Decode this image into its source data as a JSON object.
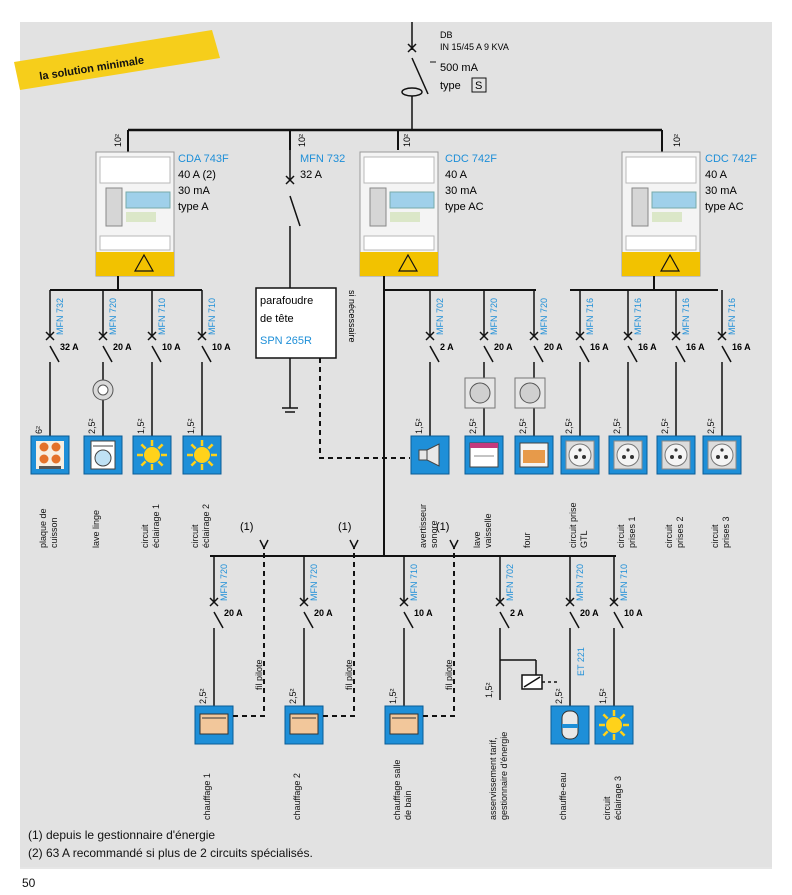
{
  "banner": "la solution minimale",
  "db": {
    "name": "DB",
    "rating": "IN 15/45 A 9 KVA",
    "sensitivity": "500 mA",
    "type_label": "type",
    "type_value": "S"
  },
  "wire_10": "10²",
  "wire_6": "6²",
  "wire_25": "2,5²",
  "wire_15": "1,5²",
  "modules": [
    {
      "name": "CDA 743F",
      "line1": "40 A (2)",
      "line2": "30 mA",
      "line3": "type A"
    },
    {
      "name": "MFN 732",
      "line1": "32 A"
    },
    {
      "name": "CDC 742F",
      "line1": "40 A",
      "line2": "30 mA",
      "line3": "type AC"
    },
    {
      "name": "CDC 742F",
      "line1": "40 A",
      "line2": "30 mA",
      "line3": "type AC"
    }
  ],
  "surge": {
    "line1": "parafoudre",
    "line2": "de tête",
    "ref": "SPN 265R",
    "note": "si nécessaire"
  },
  "group1_circuits": [
    {
      "ref": "MFN 732",
      "amps": "32 A",
      "wire": "6²",
      "label1": "plaque de",
      "label2": "cuisson",
      "icon": "hob-icon"
    },
    {
      "ref": "MFN 720",
      "amps": "20 A",
      "wire": "2,5²",
      "label1": "lave linge",
      "label2": "",
      "icon": "washing-machine-icon"
    },
    {
      "ref": "MFN 710",
      "amps": "10 A",
      "wire": "1,5²",
      "label1": "circuit",
      "label2": "éclairage 1",
      "icon": "lighting-icon"
    },
    {
      "ref": "MFN 710",
      "amps": "10 A",
      "wire": "1,5²",
      "label1": "circuit",
      "label2": "éclairage 2",
      "icon": "lighting-icon"
    }
  ],
  "group3_circuits": [
    {
      "ref": "MFN 702",
      "amps": "2 A",
      "wire": "1,5²",
      "label1": "avertisseur",
      "label2": "sonore",
      "icon": "siren-icon"
    },
    {
      "ref": "MFN 720",
      "amps": "20 A",
      "wire": "2,5²",
      "label1": "lave",
      "label2": "vaisselle",
      "icon": "dishwasher-icon"
    },
    {
      "ref": "MFN 720",
      "amps": "20 A",
      "wire": "2,5²",
      "label1": "four",
      "label2": "",
      "icon": "oven-icon"
    }
  ],
  "group4_circuits": [
    {
      "ref": "MFN 716",
      "amps": "16 A",
      "wire": "2,5²",
      "label1": "circuit prise",
      "label2": "GTL",
      "icon": "socket-icon"
    },
    {
      "ref": "MFN 716",
      "amps": "16 A",
      "wire": "2,5²",
      "label1": "circuit",
      "label2": "prises 1",
      "icon": "socket-icon"
    },
    {
      "ref": "MFN 716",
      "amps": "16 A",
      "wire": "2,5²",
      "label1": "circuit",
      "label2": "prises 2",
      "icon": "socket-icon"
    },
    {
      "ref": "MFN 716",
      "amps": "16 A",
      "wire": "2,5²",
      "label1": "circuit",
      "label2": "prises 3",
      "icon": "socket-icon"
    }
  ],
  "lower_circuits": [
    {
      "ref": "MFN 720",
      "amps": "20 A",
      "wire": "2,5²",
      "label1": "chauffage 1",
      "label2": "",
      "pilot": "fil pilote",
      "icon": "heater-icon"
    },
    {
      "ref": "MFN 720",
      "amps": "20 A",
      "wire": "2,5²",
      "label1": "chauffage 2",
      "label2": "",
      "pilot": "fil pilote",
      "icon": "heater-icon"
    },
    {
      "ref": "MFN 710",
      "amps": "10 A",
      "wire": "1,5²",
      "label1": "chauffage salle",
      "label2": "de bain",
      "pilot": "fil pilote",
      "icon": "heater-icon"
    },
    {
      "ref": "MFN 702",
      "amps": "2 A",
      "wire": "1,5²",
      "label1": "asservissement tarif,",
      "label2": "gestionnaire d'énergie",
      "icon": ""
    },
    {
      "ref": "MFN 720",
      "amps": "20 A",
      "wire": "2,5²",
      "label1": "chauffe-eau",
      "label2": "",
      "contactor": "ET 221",
      "icon": "water-heater-icon"
    },
    {
      "ref": "MFN 710",
      "amps": "10 A",
      "wire": "1,5²",
      "label1": "circuit",
      "label2": "éclairage 3",
      "icon": "lighting-icon"
    }
  ],
  "pilot_marker": "(1)",
  "footnotes": [
    "(1) depuis le gestionnaire d'énergie",
    "(2) 63 A recommandé si plus de 2 circuits spécialisés."
  ],
  "page_number": "50"
}
